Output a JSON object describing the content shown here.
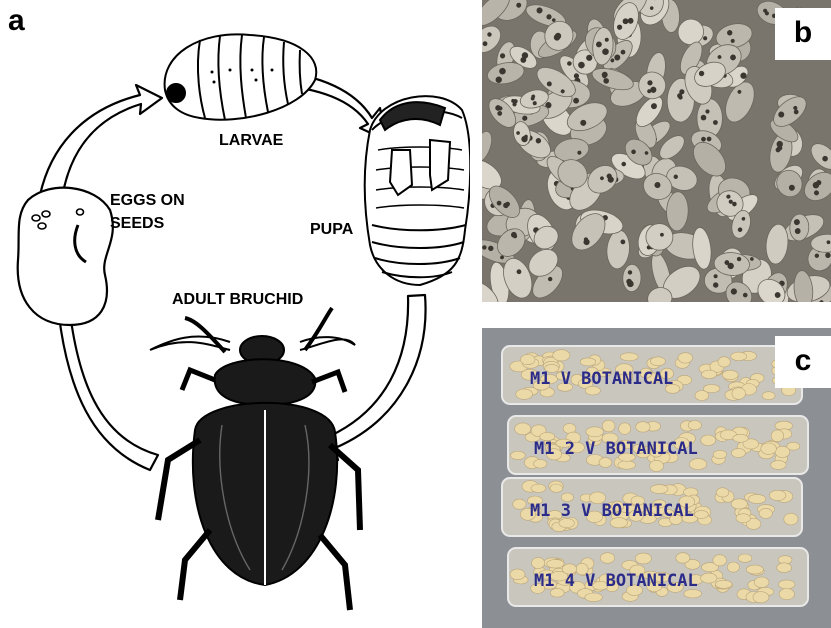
{
  "figure": {
    "panel_a": {
      "letter": "a",
      "stages": {
        "larvae": "LARVAE",
        "eggs_line1": "EGGS ON",
        "eggs_line2": "SEEDS",
        "pupa": "PUPA",
        "adult": "ADULT BRUCHID"
      }
    },
    "panel_b": {
      "letter": "b"
    },
    "panel_c": {
      "letter": "c",
      "bag_labels": [
        "M1 V BOTANICAL",
        "M1 2 V BOTANICAL",
        "M1 3 V BOTANICAL",
        "M1 4 V BOTANICAL"
      ]
    }
  },
  "colors": {
    "ink": "#000000",
    "seed_photo_bg": "#7a756c",
    "seed": "#c9c3b6",
    "bag_bg": "#8c8f94",
    "grain": "#ecd9a8"
  }
}
